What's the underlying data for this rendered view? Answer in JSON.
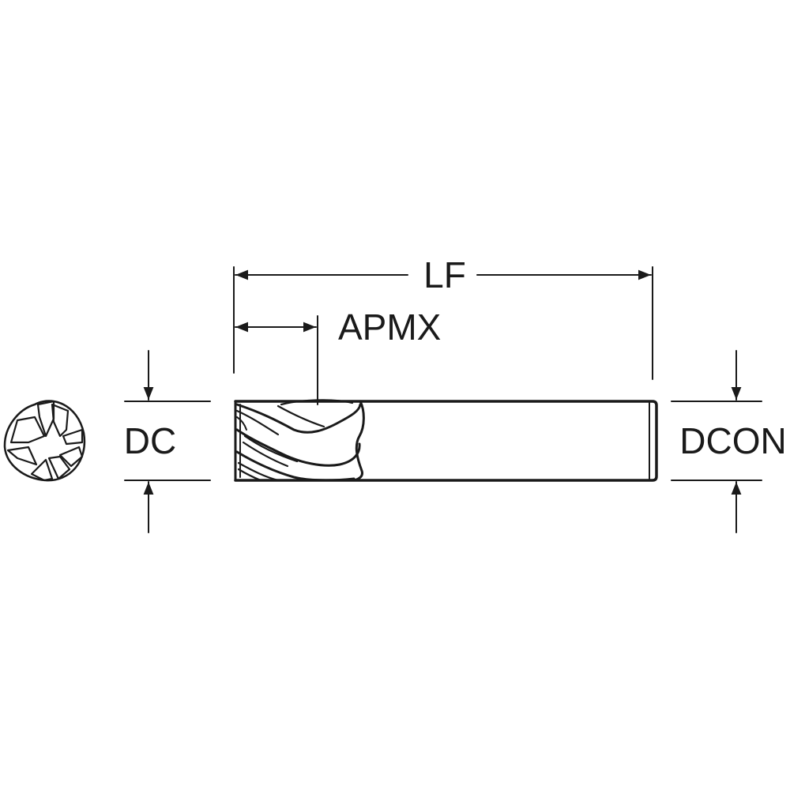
{
  "labels": {
    "lf": "LF",
    "apmx": "APMX",
    "dc": "DC",
    "dcon": "DCON"
  },
  "colors": {
    "line": "#1a1a1a",
    "background": "#ffffff"
  }
}
